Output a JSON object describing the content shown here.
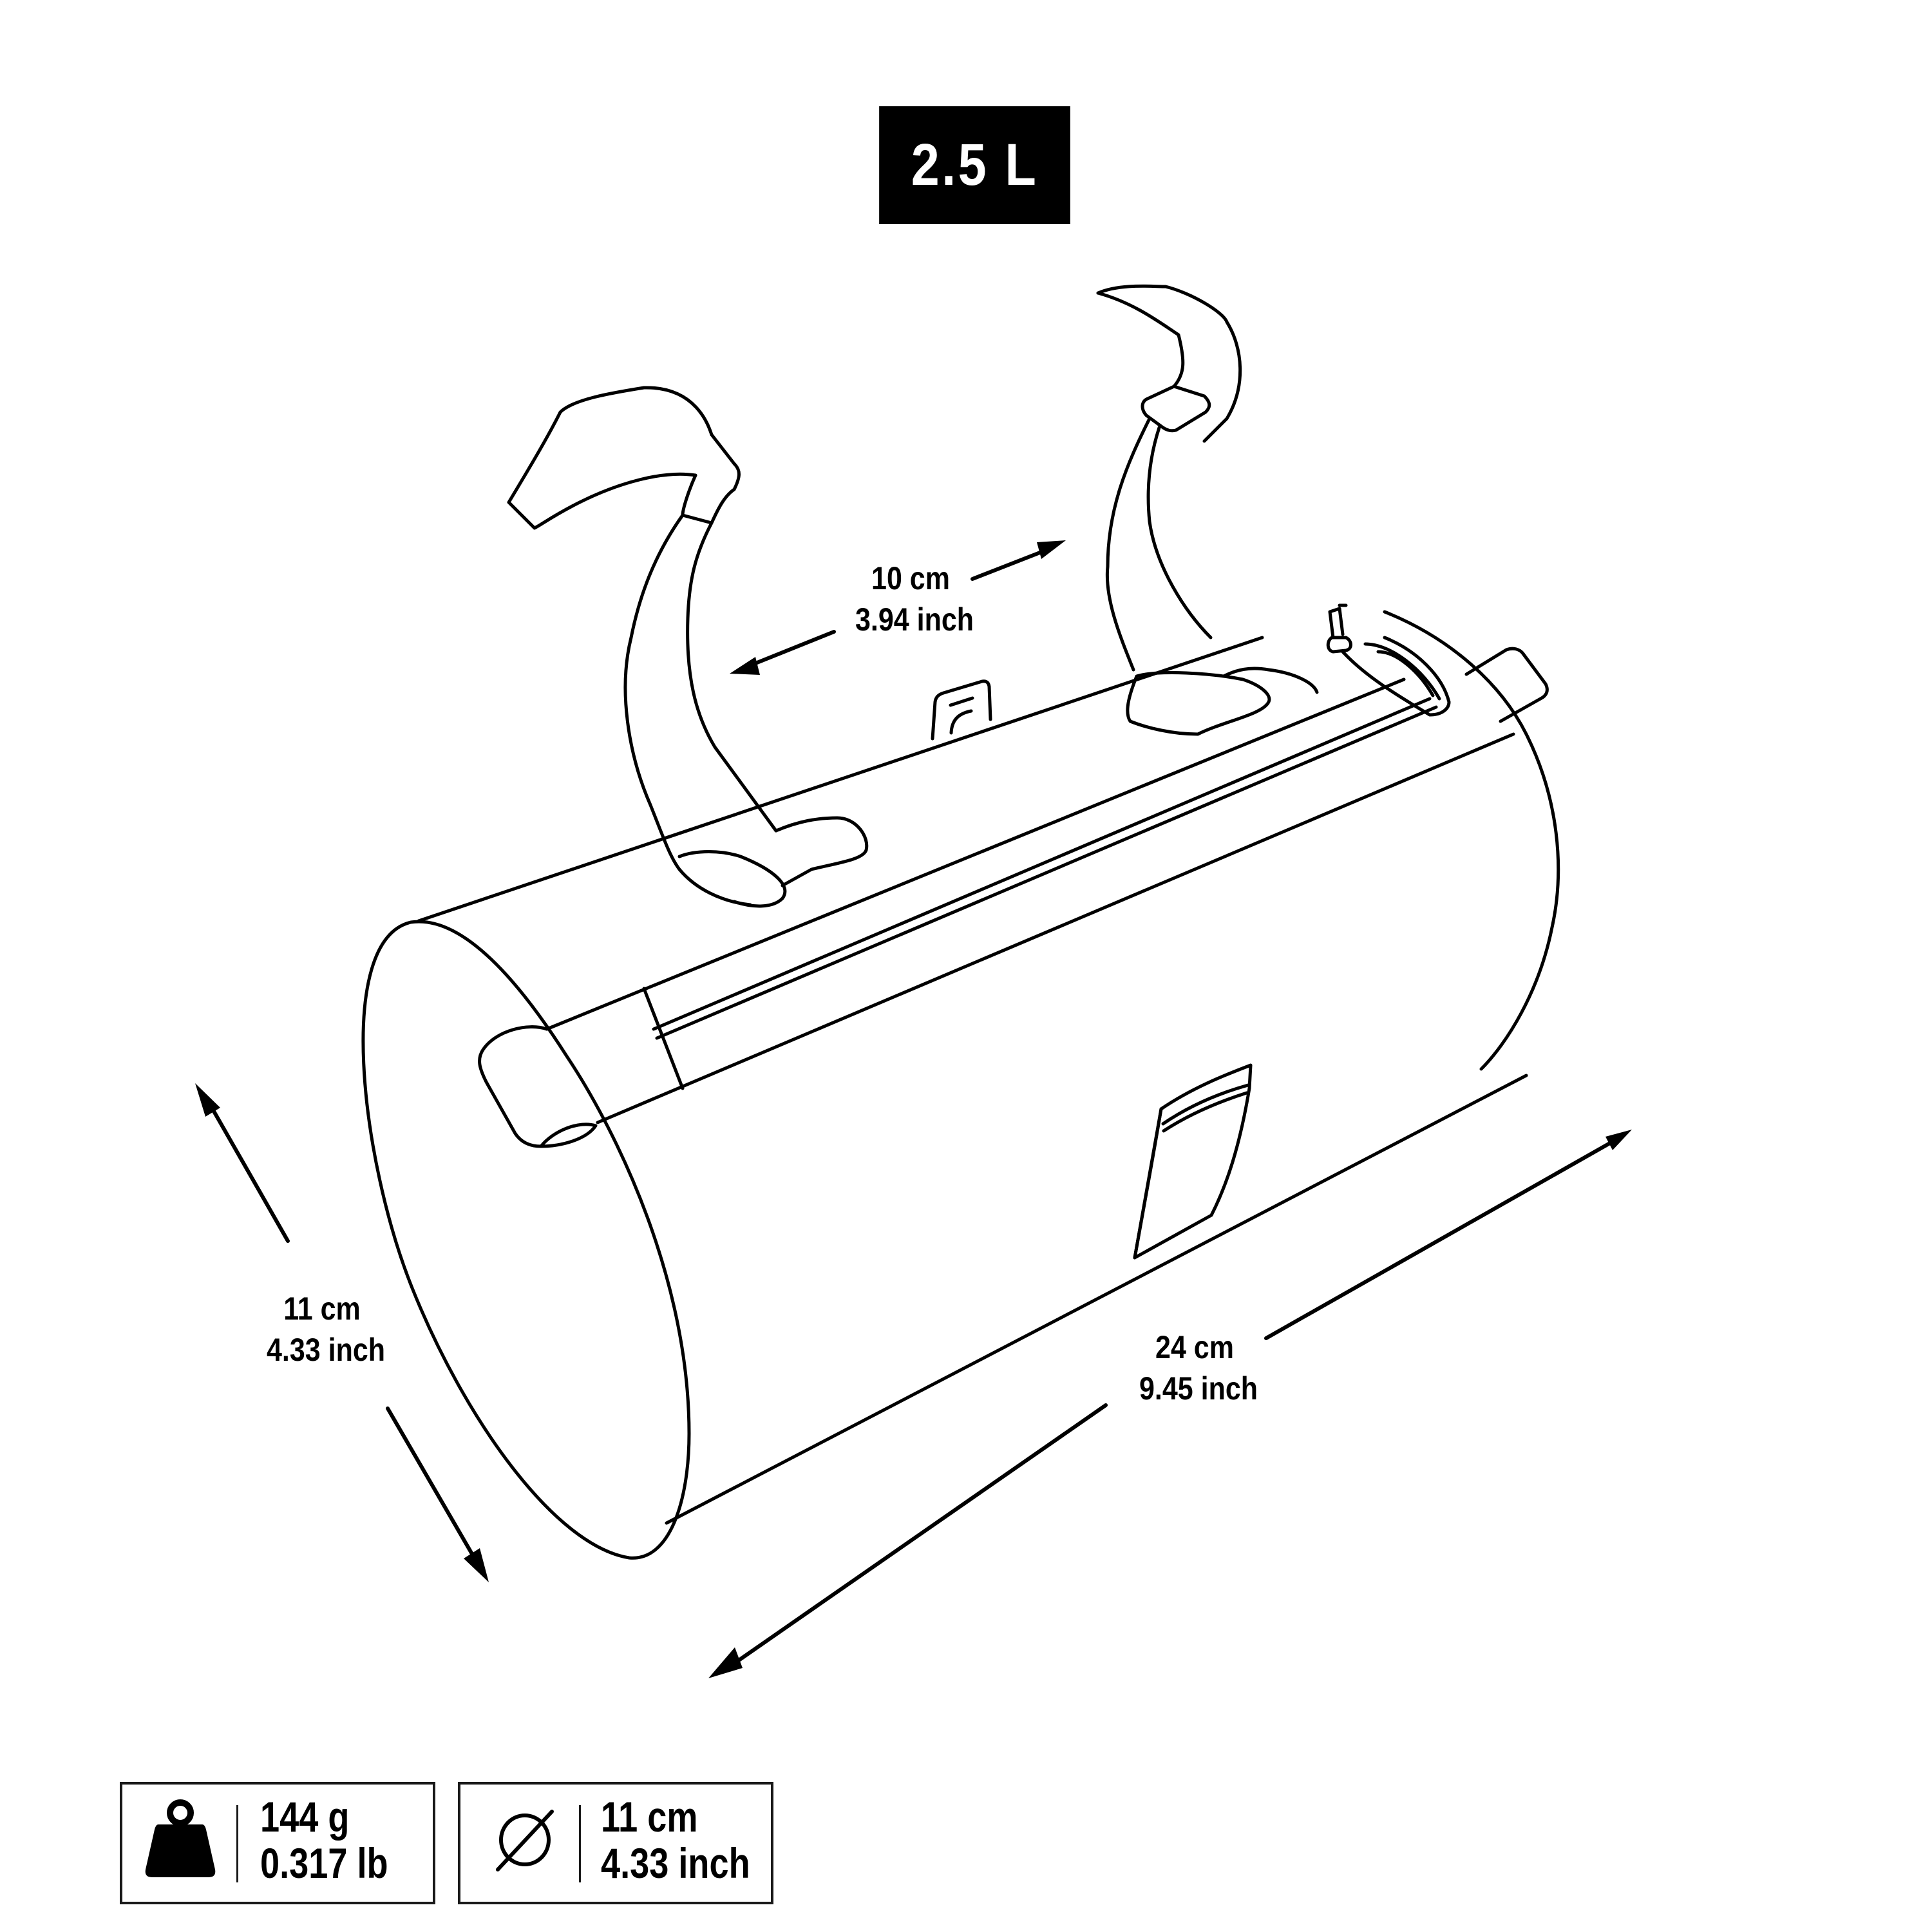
{
  "capacity": {
    "label": "2.5 L"
  },
  "dimensions": {
    "handle_spacing": {
      "metric": "10 cm",
      "imperial": "3.94 inch"
    },
    "height": {
      "metric": "11 cm",
      "imperial": "4.33 inch"
    },
    "length": {
      "metric": "24 cm",
      "imperial": "9.45 inch"
    }
  },
  "specs": [
    {
      "icon": "weight-icon",
      "metric": "144 g",
      "imperial": "0.317 lb"
    },
    {
      "icon": "diameter-icon",
      "metric": "11 cm",
      "imperial": "4.33 inch"
    }
  ],
  "colors": {
    "ink": "#000000",
    "background": "#ffffff"
  }
}
